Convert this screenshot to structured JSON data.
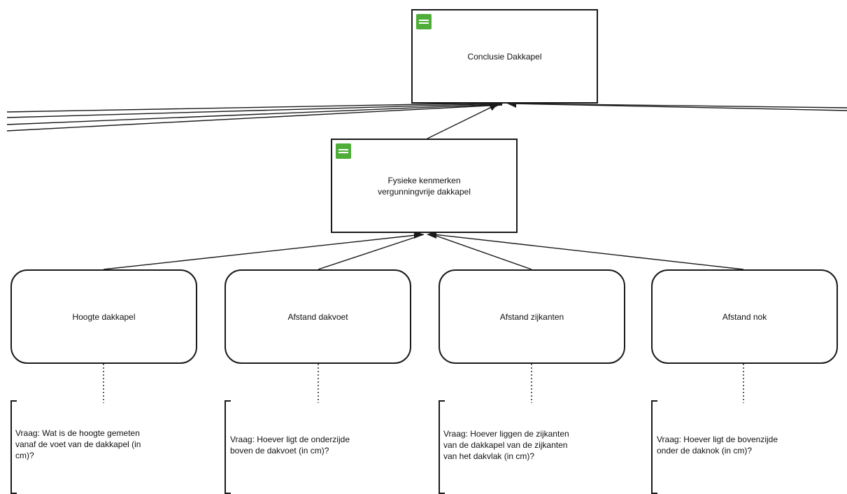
{
  "diagram": {
    "decisions": [
      {
        "id": "conclusie",
        "label": "Conclusie Dakkapel",
        "badge": "decision-icon"
      },
      {
        "id": "fysieke",
        "label": "Fysieke kenmerken\nvergunningvrije dakkapel",
        "badge": "decision-icon"
      }
    ],
    "inputs": [
      {
        "id": "hoogte",
        "label": "Hoogte dakkapel",
        "annotation": "Vraag: Wat is de hoogte gemeten\nvanaf de voet van de dakkapel (in\ncm)?"
      },
      {
        "id": "dakvoet",
        "label": "Afstand dakvoet",
        "annotation": "Vraag: Hoever ligt de onderzijde\nboven de dakvoet (in cm)?"
      },
      {
        "id": "zijkanten",
        "label": "Afstand zijkanten",
        "annotation": "Vraag: Hoever liggen de zijkanten\nvan de dakkapel van de zijkanten\nvan het dakvlak (in cm)?"
      },
      {
        "id": "nok",
        "label": "Afstand nok",
        "annotation": "Vraag: Hoever ligt de bovenzijde\nonder de daknok (in cm)?"
      }
    ],
    "colors": {
      "stroke": "#1a1a1a",
      "badge": "#4fae3a",
      "background": "#ffffff"
    }
  }
}
